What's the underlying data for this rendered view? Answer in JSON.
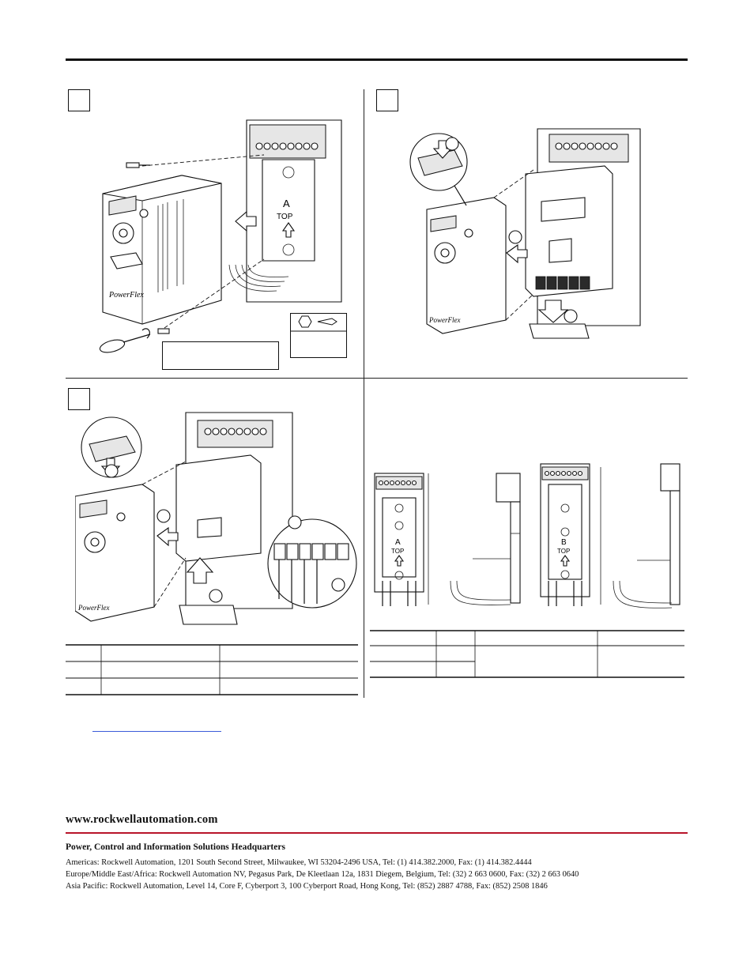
{
  "footer": {
    "website": "www.rockwellautomation.com",
    "headquarters_title": "Power, Control and Information Solutions Headquarters",
    "addresses": [
      "Americas: Rockwell Automation, 1201 South Second Street, Milwaukee, WI 53204-2496 USA, Tel: (1) 414.382.2000, Fax: (1) 414.382.4444",
      "Europe/Middle East/Africa: Rockwell Automation NV, Pegasus Park, De Kleetlaan 12a, 1831 Diegem, Belgium, Tel: (32) 2 663 0600, Fax: (32) 2 663 0640",
      "Asia Pacific: Rockwell Automation, Level 14, Core F, Cyberport 3, 100 Cyberport Road, Hong Kong, Tel: (852) 2887 4788, Fax: (852) 2508 1846"
    ]
  },
  "figures": {
    "plate_a": {
      "letter": "A",
      "word": "TOP"
    },
    "plate_b": {
      "letter": "B",
      "word": "TOP"
    },
    "brand": "PowerFlex"
  },
  "colors": {
    "accent_rule": "#b8142a",
    "link": "#3b5bd8"
  }
}
